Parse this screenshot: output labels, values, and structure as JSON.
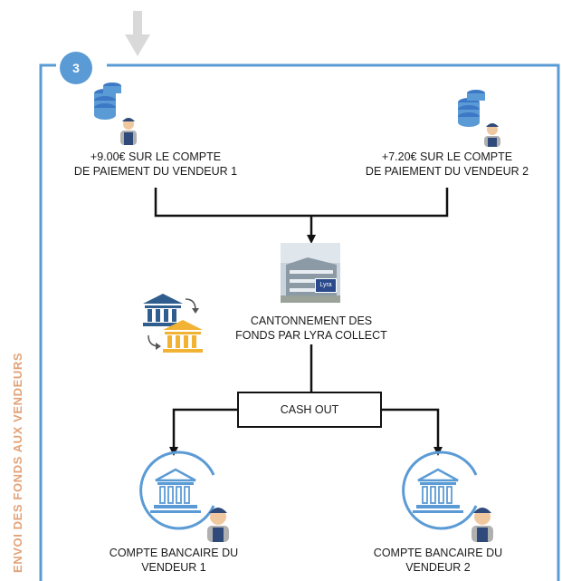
{
  "side_label": "ENVOI DES FONDS AUX VENDEURS",
  "step_number": "3",
  "seller1_payment": "+9.00€ SUR LE COMPTE\nDE PAIEMENT DU VENDEUR 1",
  "seller2_payment": "+7.20€ SUR LE COMPTE\nDE PAIEMENT DU VENDEUR 2",
  "lyra_logo_text": "Lyra",
  "escrow_label": "CANTONNEMENT DES\nFONDS PAR LYRA COLLECT",
  "cashout_label": "CASH OUT",
  "bank1_label": "COMPTE BANCAIRE DU\nVENDEUR 1",
  "bank2_label": "COMPTE BANCAIRE DU\nVENDEUR 2",
  "colors": {
    "frame_blue": "#5b9bd5",
    "side_label_orange": "#e2a277",
    "bank_blue": "#2f5e8e",
    "bank_gold": "#f2b233",
    "arrow_gray": "#d9d9d9"
  }
}
